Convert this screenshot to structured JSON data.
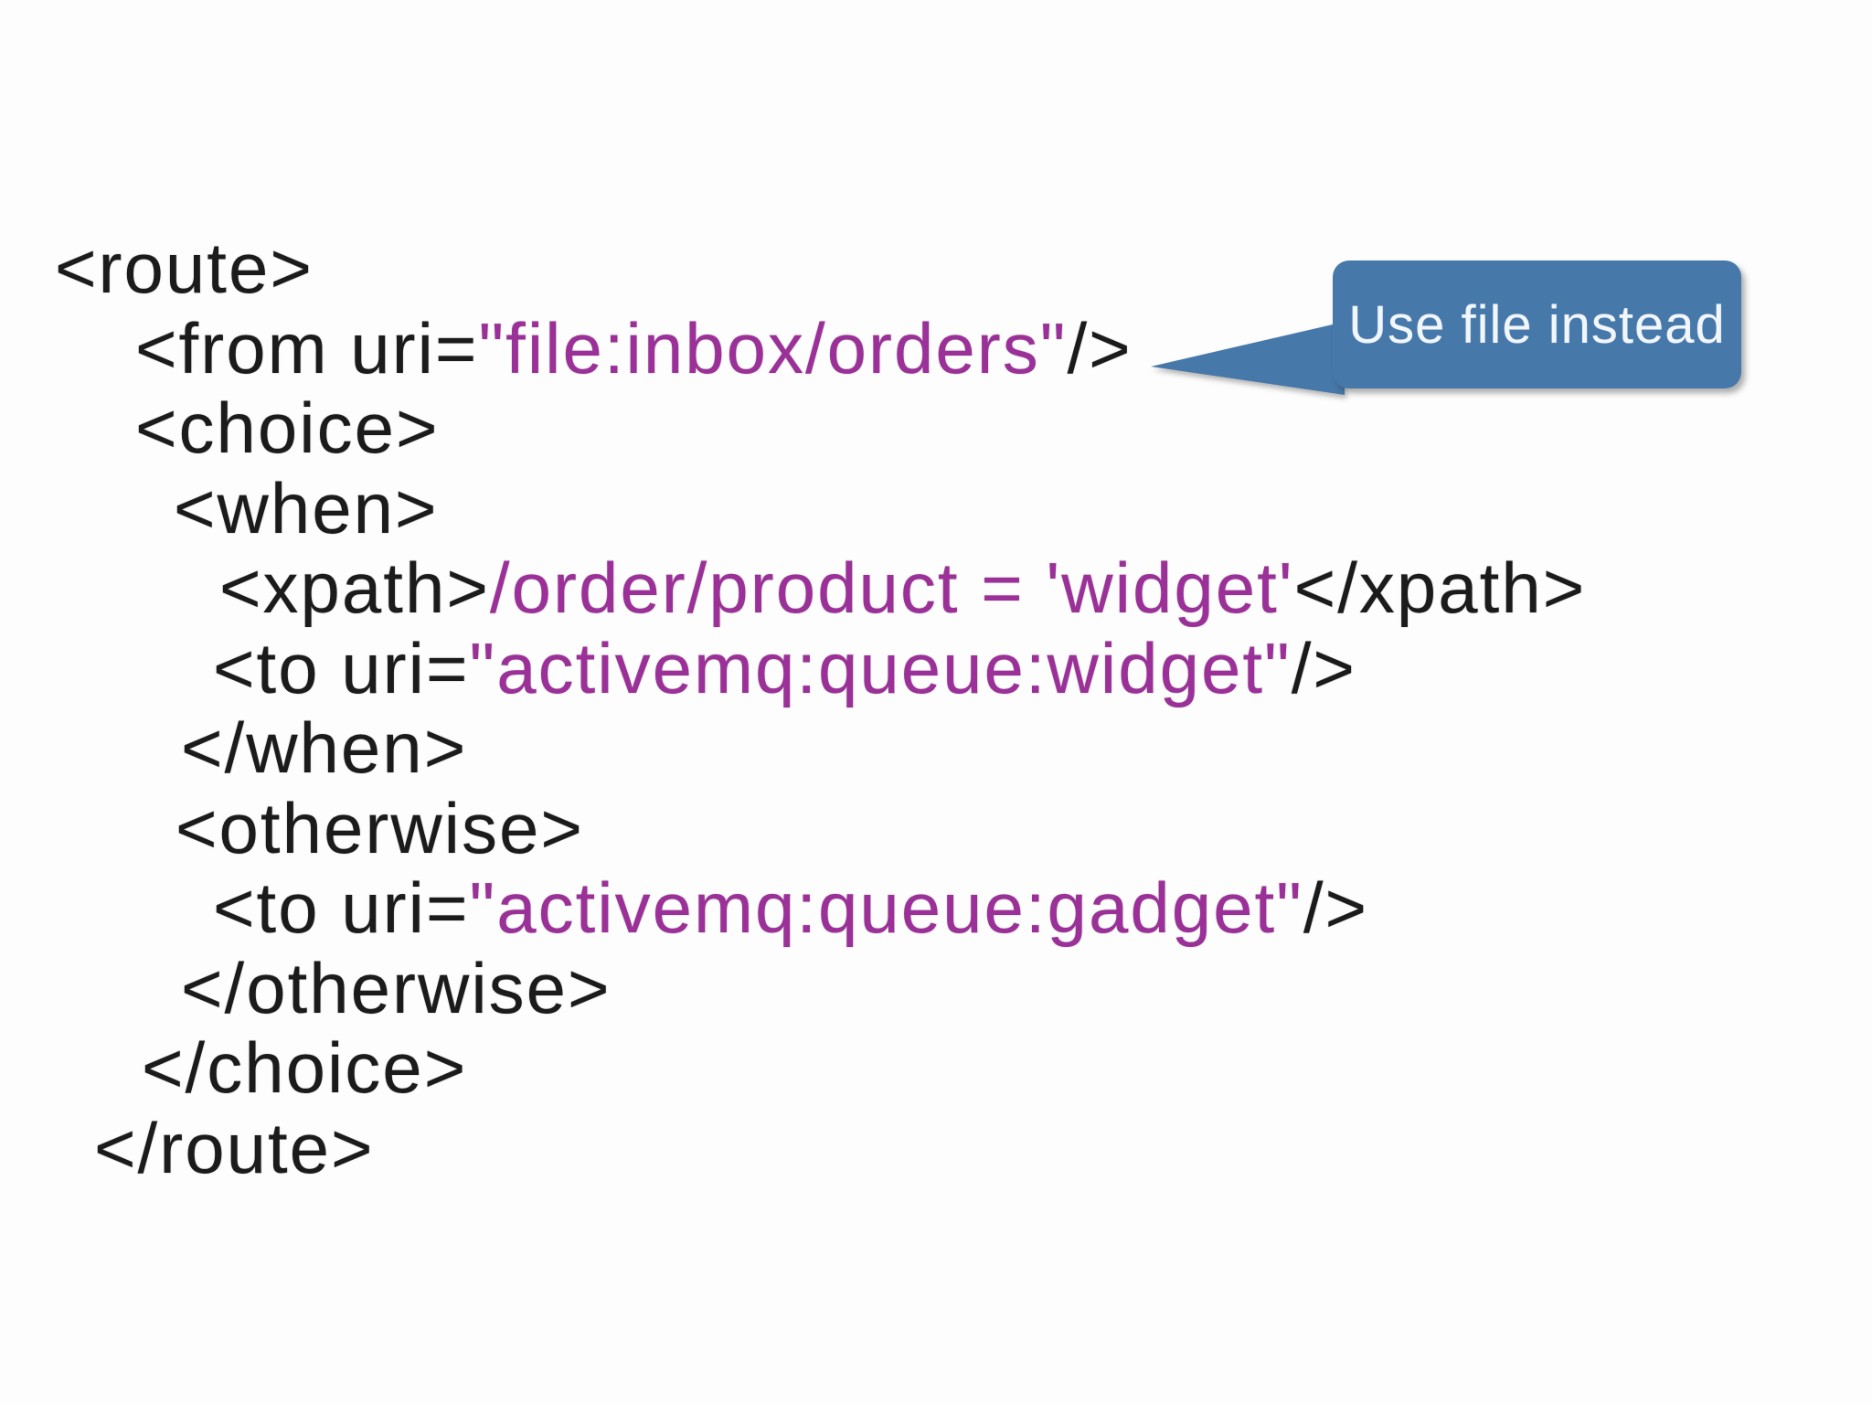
{
  "slide": {
    "background": "#fdfdfd",
    "colors": {
      "tag": "#1b1b1b",
      "value": "#9b3198",
      "callout_bg": "#4678aa",
      "callout_text": "#f1f6fb"
    },
    "code_lines": [
      {
        "indent": 60,
        "segments": [
          {
            "t": "<route>",
            "c": "tag"
          }
        ]
      },
      {
        "indent": 148,
        "segments": [
          {
            "t": "<from uri=",
            "c": "tag"
          },
          {
            "t": "\"file:inbox/orders\"",
            "c": "value"
          },
          {
            "t": "/>",
            "c": "tag"
          }
        ]
      },
      {
        "indent": 148,
        "segments": [
          {
            "t": "<choice>",
            "c": "tag"
          }
        ]
      },
      {
        "indent": 190,
        "segments": [
          {
            "t": "<when>",
            "c": "tag"
          }
        ]
      },
      {
        "indent": 240,
        "segments": [
          {
            "t": "<xpath>",
            "c": "tag"
          },
          {
            "t": "/order/product = 'widget'",
            "c": "value"
          },
          {
            "t": "</xpath>",
            "c": "tag"
          }
        ]
      },
      {
        "indent": 233,
        "segments": [
          {
            "t": "<to uri=",
            "c": "tag"
          },
          {
            "t": "\"activemq:queue:widget\"",
            "c": "value"
          },
          {
            "t": "/>",
            "c": "tag"
          }
        ]
      },
      {
        "indent": 198,
        "segments": [
          {
            "t": "</when>",
            "c": "tag"
          }
        ]
      },
      {
        "indent": 192,
        "segments": [
          {
            "t": "<otherwise>",
            "c": "tag"
          }
        ]
      },
      {
        "indent": 233,
        "segments": [
          {
            "t": "<to uri=",
            "c": "tag"
          },
          {
            "t": "\"activemq:queue:gadget\"",
            "c": "value"
          },
          {
            "t": "/>",
            "c": "tag"
          }
        ]
      },
      {
        "indent": 198,
        "segments": [
          {
            "t": "</otherwise>",
            "c": "tag"
          }
        ]
      },
      {
        "indent": 155,
        "segments": [
          {
            "t": "</choice>",
            "c": "tag"
          }
        ]
      },
      {
        "indent": 103,
        "segments": [
          {
            "t": "</route>",
            "c": "tag"
          }
        ]
      }
    ],
    "callout": {
      "text": "Use file instead"
    }
  }
}
